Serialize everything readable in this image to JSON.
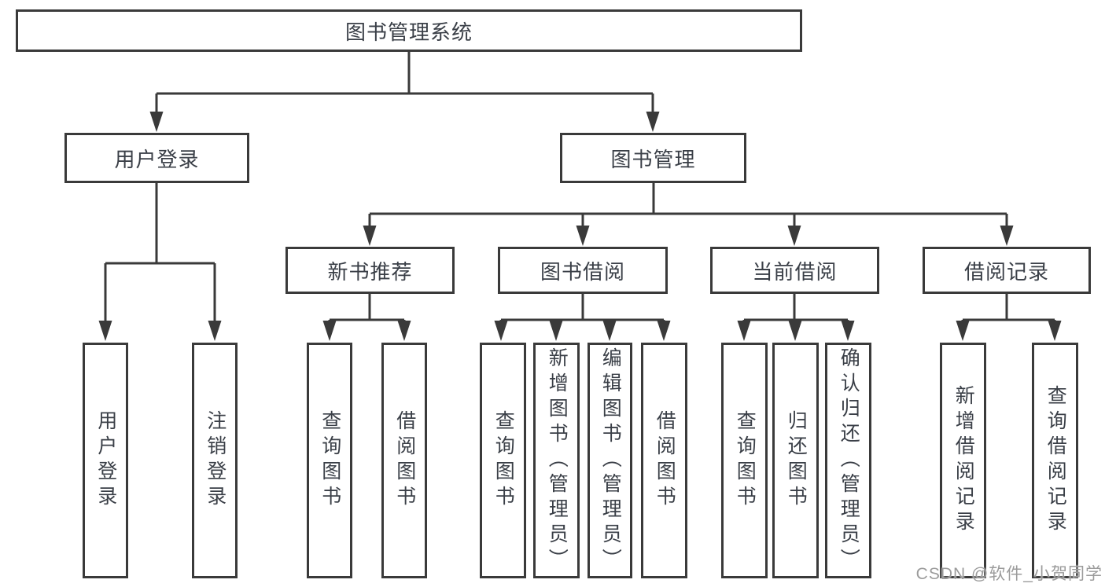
{
  "tree": {
    "label": "图书管理系统",
    "children": [
      {
        "label": "用户登录",
        "children": [
          {
            "label": "用户登录"
          },
          {
            "label": "注销登录"
          }
        ]
      },
      {
        "label": "图书管理",
        "children": [
          {
            "label": "新书推荐",
            "children": [
              {
                "label": "查询图书"
              },
              {
                "label": "借阅图书"
              }
            ]
          },
          {
            "label": "图书借阅",
            "children": [
              {
                "label": "查询图书"
              },
              {
                "label": "新增图书（管理员）"
              },
              {
                "label": "编辑图书（管理员）"
              },
              {
                "label": "借阅图书"
              }
            ]
          },
          {
            "label": "当前借阅",
            "children": [
              {
                "label": "查询图书"
              },
              {
                "label": "归还图书"
              },
              {
                "label": "确认归还（管理员）"
              }
            ]
          },
          {
            "label": "借阅记录",
            "children": [
              {
                "label": "新增借阅记录"
              },
              {
                "label": "查询借阅记录"
              }
            ]
          }
        ]
      }
    ]
  },
  "watermark": "CSDN @软件_小贺同学",
  "colors": {
    "line": "#3a3a3a",
    "box_border": "#3a3a3a",
    "box_fill": "#ffffff",
    "text": "#3a3f47",
    "watermark_text": "#9b9b9b",
    "background": "#ffffff"
  }
}
